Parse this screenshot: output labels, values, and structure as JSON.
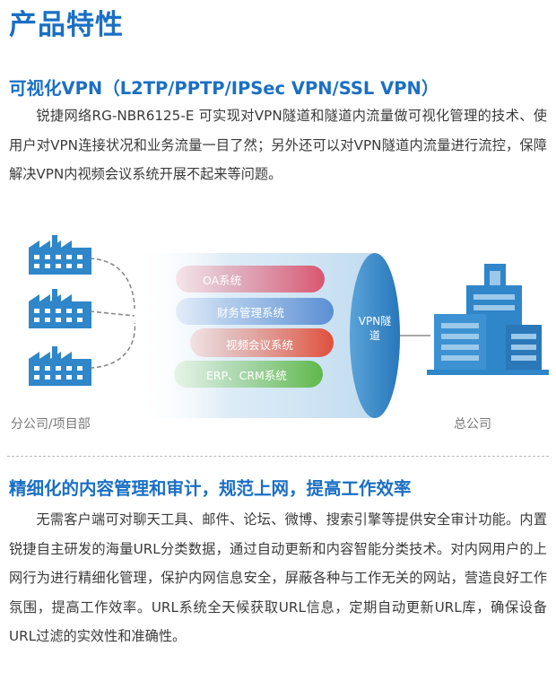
{
  "page": {
    "title": "产品特性"
  },
  "section1": {
    "heading": "可视化VPN（L2TP/PPTP/IPSec VPN/SSL VPN）",
    "body": "锐捷网络RG-NBR6125-E 可实现对VPN隧道和隧道内流量做可视化管理的技术、使用户对VPN连接状况和业务流量一目了然；另外还可以对VPN隧道内流量进行流控，保障解决VPN内视频会议系统开展不起来等问题。"
  },
  "diagram": {
    "tunnel_label": "VPN隧道",
    "pills": [
      "OA系统",
      "财务管理系统",
      "视频会议系统",
      "ERP、CRM系统"
    ],
    "caption_left": "分公司/项目部",
    "caption_right": "总公司",
    "colors": {
      "tunnel": "#2f86c9",
      "pill_oa": "#d9566f",
      "pill_finance": "#5b8ed3",
      "pill_video": "#e04f3c",
      "pill_erp": "#5fb84a",
      "building": "#2f86c9"
    }
  },
  "section2": {
    "heading": "精细化的内容管理和审计，规范上网，提高工作效率",
    "body": "无需客户端可对聊天工具、邮件、论坛、微博、搜索引擎等提供安全审计功能。内置锐捷自主研发的海量URL分类数据，通过自动更新和内容智能分类技术。对内网用户的上网行为进行精细化管理，保护内网信息安全，屏蔽各种与工作无关的网站，营造良好工作氛围，提高工作效率。URL系统全天候获取URL信息，定期自动更新URL库，确保设备URL过滤的实效性和准确性。"
  }
}
